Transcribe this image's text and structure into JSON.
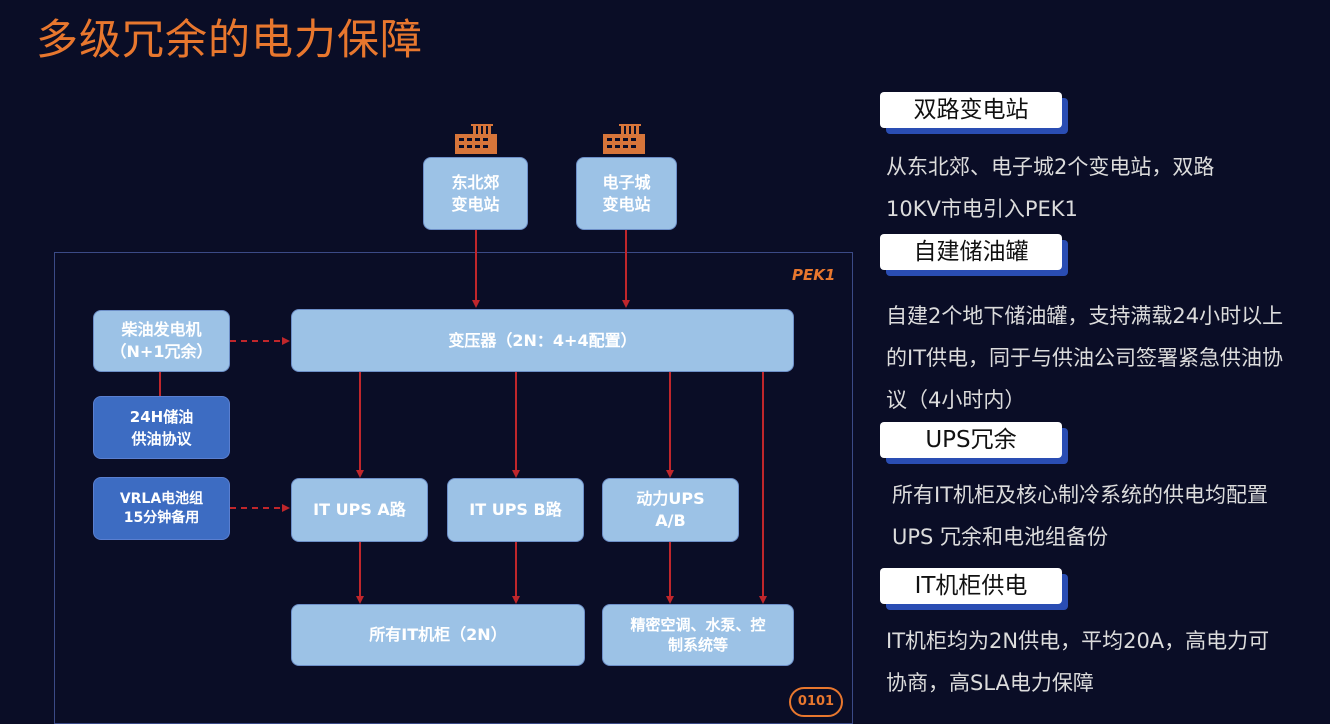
{
  "page": {
    "title": "多级冗余的电力保障"
  },
  "diagram": {
    "frame_label": "PEK1",
    "nodes": {
      "substation_1": "东北郊\n变电站",
      "substation_2": "电子城\n变电站",
      "generator": "柴油发电机\n（N+1冗余）",
      "fuel_contract": "24H储油\n供油协议",
      "battery": "VRLA电池组\n15分钟备用",
      "transformer": "变压器（2N：4+4配置）",
      "ups_a": "IT UPS A路",
      "ups_b": "IT UPS B路",
      "power_ups": "动力UPS\nA/B",
      "it_racks": "所有IT机柜（2N）",
      "cooling": "精密空调、水泵、控\n制系统等"
    },
    "colors": {
      "arrow": "#c0262b",
      "light_box": "#9cc2e6",
      "dark_box": "#3d6cc2",
      "accent": "#e8772e"
    },
    "logo_text": "0101"
  },
  "features": [
    {
      "tag": "双路变电站",
      "text": "从东北郊、电子城2个变电站，双路\n10KV市电引入PEK1"
    },
    {
      "tag": "自建储油罐",
      "text": "自建2个地下储油罐，支持满载24小时以上\n的IT供电，同于与供油公司签署紧急供油协\n议（4小时内）"
    },
    {
      "tag": "UPS冗余",
      "text": "所有IT机柜及核心制冷系统的供电均配置\nUPS 冗余和电池组备份"
    },
    {
      "tag": "IT机柜供电",
      "text": "IT机柜均为2N供电，平均20A，高电力可\n协商，高SLA电力保障"
    }
  ]
}
